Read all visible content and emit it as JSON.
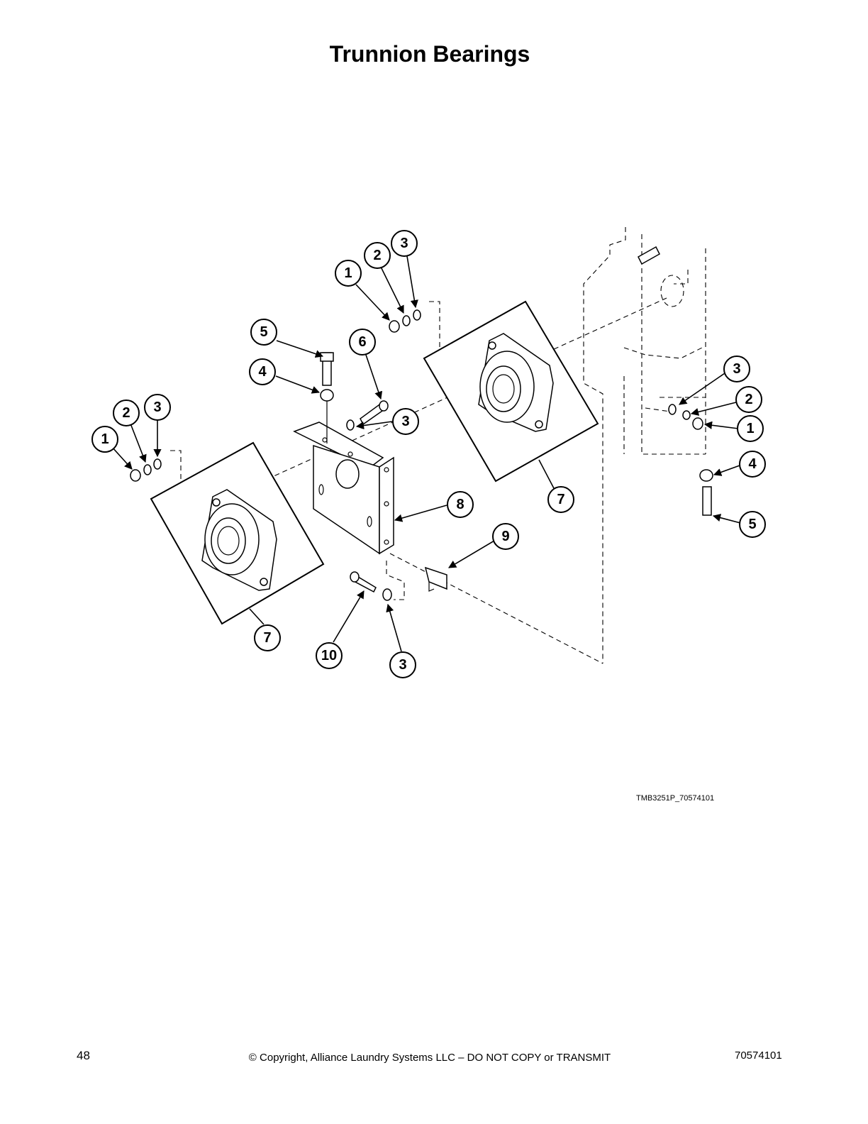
{
  "title": "Trunnion Bearings",
  "figure_code": "TMB3251P_70574101",
  "footer": {
    "page_number": "48",
    "copyright": "© Copyright, Alliance Laundry Systems LLC – DO NOT COPY or TRANSMIT",
    "doc_number": "70574101"
  },
  "callouts": {
    "top_1": "1",
    "top_2": "2",
    "top_3": "3",
    "left_1": "1",
    "left_2": "2",
    "left_3": "3",
    "mid_5": "5",
    "mid_4": "4",
    "mid_6": "6",
    "mid_3": "3",
    "bracket_8": "8",
    "clip_9": "9",
    "bottom_10": "10",
    "bottom_3": "3",
    "left_bearing_7": "7",
    "right_bearing_7": "7",
    "right_3": "3",
    "right_2": "2",
    "right_1": "1",
    "right_4": "4",
    "right_5": "5"
  }
}
